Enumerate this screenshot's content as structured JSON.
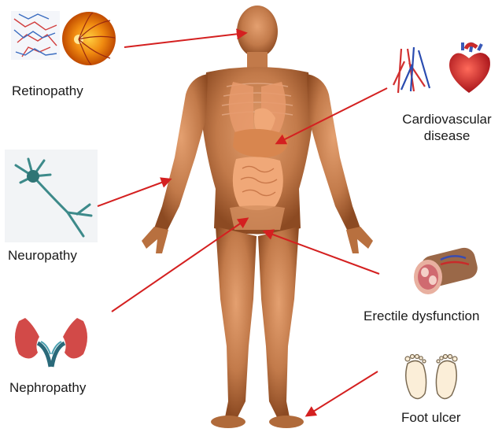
{
  "diagram": {
    "labels": {
      "retinopathy": "Retinopathy",
      "neuropathy": "Neuropathy",
      "nephropathy": "Nephropathy",
      "cardiovascular_line1": "Cardiovascular",
      "cardiovascular_line2": "disease",
      "erectile": "Erectile dysfunction",
      "foot_ulcer": "Foot ulcer"
    },
    "icons": [
      "blood-vessel-network-icon",
      "retina-icon",
      "neuron-icon",
      "kidneys-icon",
      "vein-artery-icon",
      "heart-icon",
      "penile-tissue-icon",
      "feet-icon",
      "human-body-figure"
    ],
    "colors": {
      "body": "#c87f50",
      "body_dark": "#8a4a26",
      "organs": "#f0a878",
      "arrow": "#d42020",
      "kidney": "#d24a48",
      "neuron": "#3d8a8a",
      "heart": "#c92a2a"
    }
  }
}
